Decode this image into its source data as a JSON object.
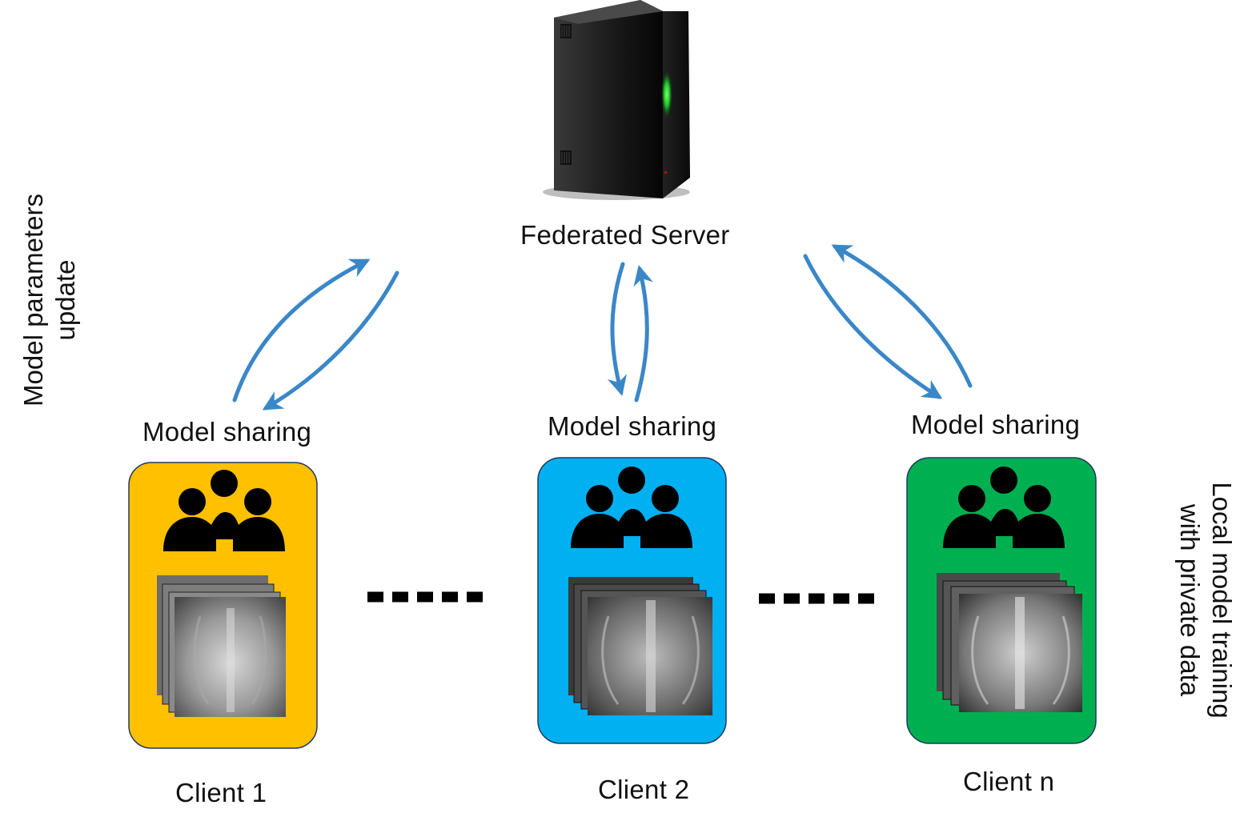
{
  "server": {
    "label": "Federated Server",
    "icon": "server-tower-icon"
  },
  "side_labels": {
    "left": [
      "Model parameters",
      "update"
    ],
    "right": [
      "Local model training",
      "with private data"
    ]
  },
  "clients": [
    {
      "name": "Client 1",
      "sharing_label": "Model sharing",
      "color": "#FFC000",
      "icon": "users-group-icon",
      "image": "chest-xray-stack"
    },
    {
      "name": "Client 2",
      "sharing_label": "Model sharing",
      "color": "#00B0F0",
      "icon": "users-group-icon",
      "image": "chest-xray-stack"
    },
    {
      "name": "Client n",
      "sharing_label": "Model sharing",
      "color": "#00B050",
      "icon": "users-group-icon",
      "image": "chest-xray-stack"
    }
  ],
  "colors": {
    "arrow": "#3A87C8",
    "card_border": "#1F3A60"
  }
}
